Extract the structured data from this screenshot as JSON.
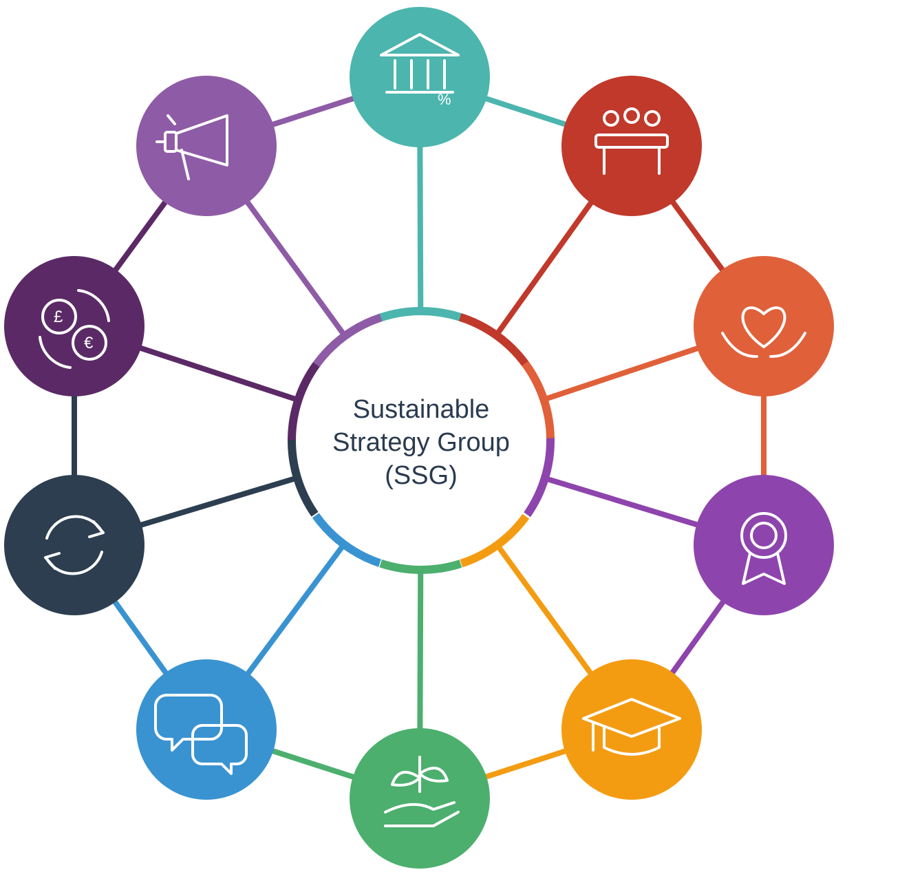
{
  "center": {
    "line1": "Sustainable",
    "line2": "Strategy Group",
    "line3": "(SSG)"
  },
  "nodes": [
    {
      "id": "bank",
      "icon": "bank-percent-icon",
      "color": "#4cb5ae"
    },
    {
      "id": "meeting",
      "icon": "meeting-table-icon",
      "color": "#c0392b"
    },
    {
      "id": "health",
      "icon": "heart-hands-icon",
      "color": "#e0603a"
    },
    {
      "id": "awards",
      "icon": "award-ribbon-icon",
      "color": "#8e44ad"
    },
    {
      "id": "education",
      "icon": "graduation-cap-icon",
      "color": "#f39c12"
    },
    {
      "id": "growth",
      "icon": "plant-hand-icon",
      "color": "#4caf6e"
    },
    {
      "id": "conversation",
      "icon": "speech-bubbles-icon",
      "color": "#3a93d1"
    },
    {
      "id": "cycle",
      "icon": "recycle-arrows-icon",
      "color": "#2c3e50"
    },
    {
      "id": "currency",
      "icon": "currency-exchange-icon",
      "color": "#5b2a66"
    },
    {
      "id": "marketing",
      "icon": "megaphone-icon",
      "color": "#8e5ba6"
    }
  ],
  "center_color": "#ffffff",
  "center_border": "#2c3e50"
}
